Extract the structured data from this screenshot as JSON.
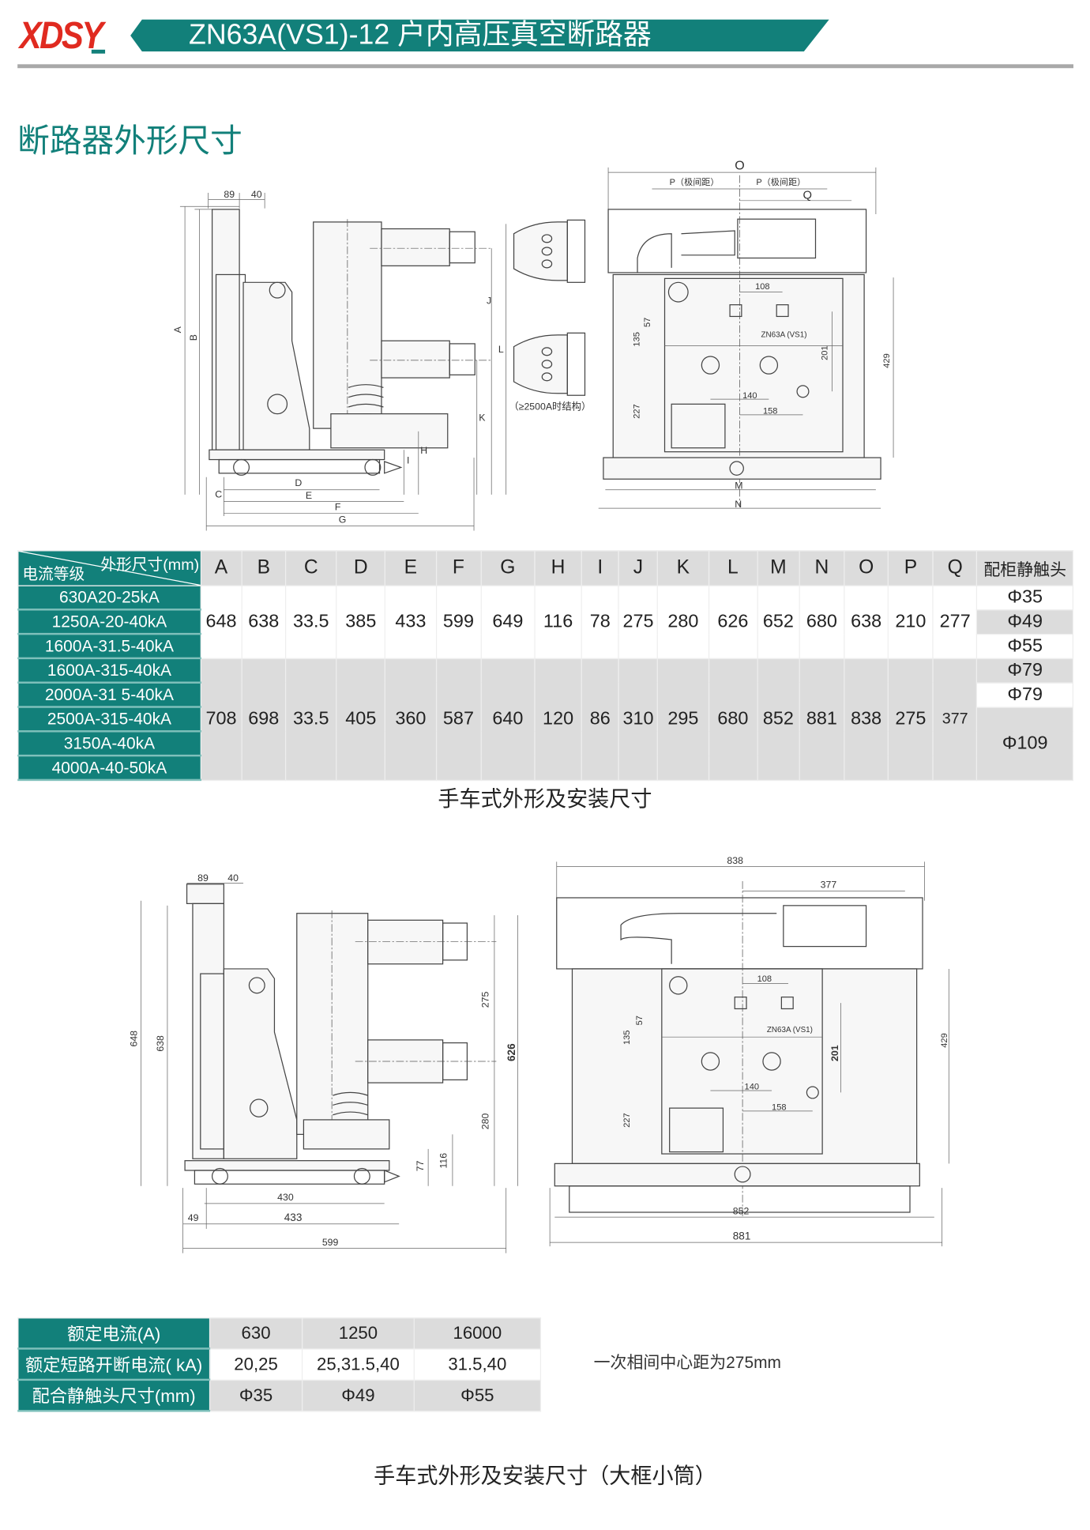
{
  "header": {
    "logo_text": "XDSY",
    "title": "ZN63A(VS1)-12  户内高压真空断路器",
    "brand_teal": "#12807a",
    "logo_red": "#e02a20"
  },
  "section_title": "断路器外形尺寸",
  "drawing1": {
    "side": {
      "d89": "89",
      "d40": "40",
      "A": "A",
      "B": "B",
      "C": "C",
      "D": "D",
      "E": "E",
      "F": "F",
      "G": "G",
      "H": "H",
      "I": "I",
      "J": "J",
      "K": "K",
      "L": "L"
    },
    "note": "（≥2500A时结构）",
    "front": {
      "O": "O",
      "P1": "P（极间距）",
      "P2": "P（极间距）",
      "Q": "Q",
      "d108": "108",
      "d57": "57",
      "d135": "135",
      "model": "ZN63A (VS1)",
      "d201": "201",
      "d429": "429",
      "d140": "140",
      "d158": "158",
      "d227": "227",
      "M": "M",
      "N": "N"
    }
  },
  "table1": {
    "corner_top": "外形尺寸(mm)",
    "corner_bottom": "电流等级",
    "columns": [
      "A",
      "B",
      "C",
      "D",
      "E",
      "F",
      "G",
      "H",
      "I",
      "J",
      "K",
      "L",
      "M",
      "N",
      "O",
      "P",
      "Q"
    ],
    "last_column": "配柜静触头",
    "ratings": [
      "630A20-25kA",
      "1250A-20-40kA",
      "1600A-31.5-40kA",
      "1600A-315-40kA",
      "2000A-31 5-40kA",
      "2500A-315-40kA",
      "3150A-40kA",
      "4000A-40-50kA"
    ],
    "group1_values": [
      "648",
      "638",
      "33.5",
      "385",
      "433",
      "599",
      "649",
      "116",
      "78",
      "275",
      "280",
      "626",
      "652",
      "680",
      "638",
      "210",
      "277"
    ],
    "group2_values": [
      "708",
      "698",
      "33.5",
      "405",
      "360",
      "587",
      "640",
      "120",
      "86",
      "310",
      "295",
      "680",
      "852",
      "881",
      "838",
      "275",
      "377"
    ],
    "contacts": [
      "Φ35",
      "Φ49",
      "Φ55",
      "Φ79",
      "Φ79",
      "Φ109"
    ]
  },
  "caption1": "手车式外形及安装尺寸",
  "drawing2": {
    "side": {
      "d89": "89",
      "d40": "40",
      "d648": "648",
      "d638": "638",
      "d275": "275",
      "d626": "626",
      "d280": "280",
      "d116": "116",
      "d77": "77",
      "d430": "430",
      "d49": "49",
      "d433": "433",
      "d599": "599"
    },
    "front": {
      "d838": "838",
      "d377": "377",
      "d108": "108",
      "d57": "57",
      "d135": "135",
      "model": "ZN63A (VS1)",
      "d201": "201",
      "d429": "429",
      "d140": "140",
      "d158": "158",
      "d227": "227",
      "d852": "852",
      "d881": "881"
    }
  },
  "table2": {
    "rows": [
      {
        "label": "额定电流(A)",
        "values": [
          "630",
          "1250",
          "16000"
        ]
      },
      {
        "label": "额定短路开断电流( kA)",
        "values": [
          "20,25",
          "25,31.5,40",
          "31.5,40"
        ]
      },
      {
        "label": "配合静触头尺寸(mm)",
        "values": [
          "Φ35",
          "Φ49",
          "Φ55"
        ]
      }
    ]
  },
  "note": "一次相间中心距为275mm",
  "caption2": "手车式外形及安装尺寸（大框小筒）"
}
